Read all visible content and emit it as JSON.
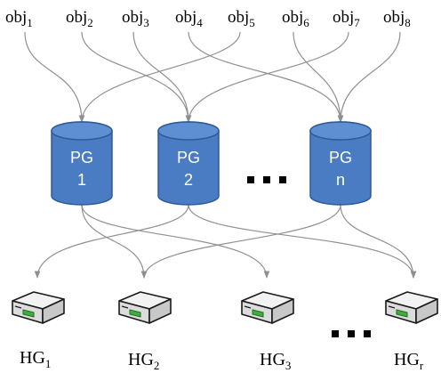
{
  "objects": [
    {
      "name": "obj",
      "sub": "1"
    },
    {
      "name": "obj",
      "sub": "2"
    },
    {
      "name": "obj",
      "sub": "3"
    },
    {
      "name": "obj",
      "sub": "4"
    },
    {
      "name": "obj",
      "sub": "5"
    },
    {
      "name": "obj",
      "sub": "6"
    },
    {
      "name": "obj",
      "sub": "7"
    },
    {
      "name": "obj",
      "sub": "8"
    }
  ],
  "placement_groups": [
    {
      "line1": "PG",
      "line2": "1"
    },
    {
      "line1": "PG",
      "line2": "2"
    },
    {
      "line1": "PG",
      "line2": "n"
    }
  ],
  "hardware_groups": [
    {
      "name": "HG",
      "sub": "1"
    },
    {
      "name": "HG",
      "sub": "2"
    },
    {
      "name": "HG",
      "sub": "3"
    },
    {
      "name": "HG",
      "sub": "r"
    }
  ],
  "colors": {
    "cylinder_fill": "#4a7cc4",
    "cylinder_top": "#5f8fd3",
    "cylinder_stroke": "#2e5a94",
    "edge": "#909090",
    "device_body": "#e8e8e8",
    "device_outline": "#1a1a1a",
    "device_led": "#3fae3f"
  },
  "icons": {
    "device": "network-switch-icon",
    "ellipsis": "ellipsis-squares"
  }
}
